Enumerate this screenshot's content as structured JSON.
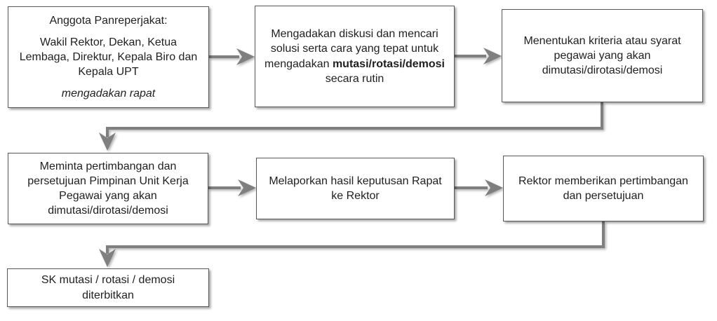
{
  "diagram": {
    "type": "flowchart",
    "colors": {
      "box_background": "#ffffff",
      "box_border": "#565656",
      "arrow": "#7f7f7f",
      "text": "#1f1f1f"
    },
    "boxes": [
      {
        "name": "anggota-panreperjakat",
        "paragraphs": [
          {
            "runs": [
              {
                "text": "Anggota Panreperjakat:",
                "style": "normal"
              }
            ]
          },
          {
            "runs": [
              {
                "text": "Wakil Rektor, Dekan, Ketua Lembaga, Direktur, Kepala Biro dan Kepala UPT",
                "style": "normal"
              }
            ]
          },
          {
            "runs": [
              {
                "text": "mengadakan rapat",
                "style": "italic"
              }
            ]
          }
        ]
      },
      {
        "name": "mengadakan-diskusi",
        "paragraphs": [
          {
            "runs": [
              {
                "text": "Mengadakan diskusi dan mencari solusi serta cara yang tepat untuk mengadakan ",
                "style": "normal"
              },
              {
                "text": "mutasi/rotasi/demosi",
                "style": "bold"
              },
              {
                "text": " secara rutin",
                "style": "normal"
              }
            ]
          }
        ]
      },
      {
        "name": "menentukan-kriteria",
        "paragraphs": [
          {
            "runs": [
              {
                "text": "Menentukan kriteria atau syarat pegawai yang akan dimutasi/dirotasi/demosi",
                "style": "normal"
              }
            ]
          }
        ]
      },
      {
        "name": "meminta-pertimbangan",
        "paragraphs": [
          {
            "runs": [
              {
                "text": "Meminta pertimbangan dan persetujuan Pimpinan Unit Kerja Pegawai yang akan dimutasi/dirotasi/demosi",
                "style": "normal"
              }
            ]
          }
        ]
      },
      {
        "name": "melaporkan-hasil",
        "paragraphs": [
          {
            "runs": [
              {
                "text": "Melaporkan hasil keputusan Rapat ke Rektor",
                "style": "normal"
              }
            ]
          }
        ]
      },
      {
        "name": "rektor-memberikan-pertimbangan",
        "paragraphs": [
          {
            "runs": [
              {
                "text": "Rektor memberikan pertimbangan dan persetujuan",
                "style": "normal"
              }
            ]
          }
        ]
      },
      {
        "name": "sk-diterbitkan",
        "paragraphs": [
          {
            "runs": [
              {
                "text": "SK mutasi / rotasi / demosi diterbitkan",
                "style": "normal"
              }
            ]
          }
        ]
      }
    ],
    "connectors": [
      {
        "from": "anggota-panreperjakat",
        "to": "mengadakan-diskusi",
        "shape": "straight-right"
      },
      {
        "from": "mengadakan-diskusi",
        "to": "menentukan-kriteria",
        "shape": "straight-right"
      },
      {
        "from": "menentukan-kriteria",
        "to": "meminta-pertimbangan",
        "shape": "elbow-down-left-down"
      },
      {
        "from": "meminta-pertimbangan",
        "to": "melaporkan-hasil",
        "shape": "straight-right"
      },
      {
        "from": "melaporkan-hasil",
        "to": "rektor-memberikan-pertimbangan",
        "shape": "straight-right"
      },
      {
        "from": "rektor-memberikan-pertimbangan",
        "to": "sk-diterbitkan",
        "shape": "elbow-down-left-down"
      }
    ]
  }
}
